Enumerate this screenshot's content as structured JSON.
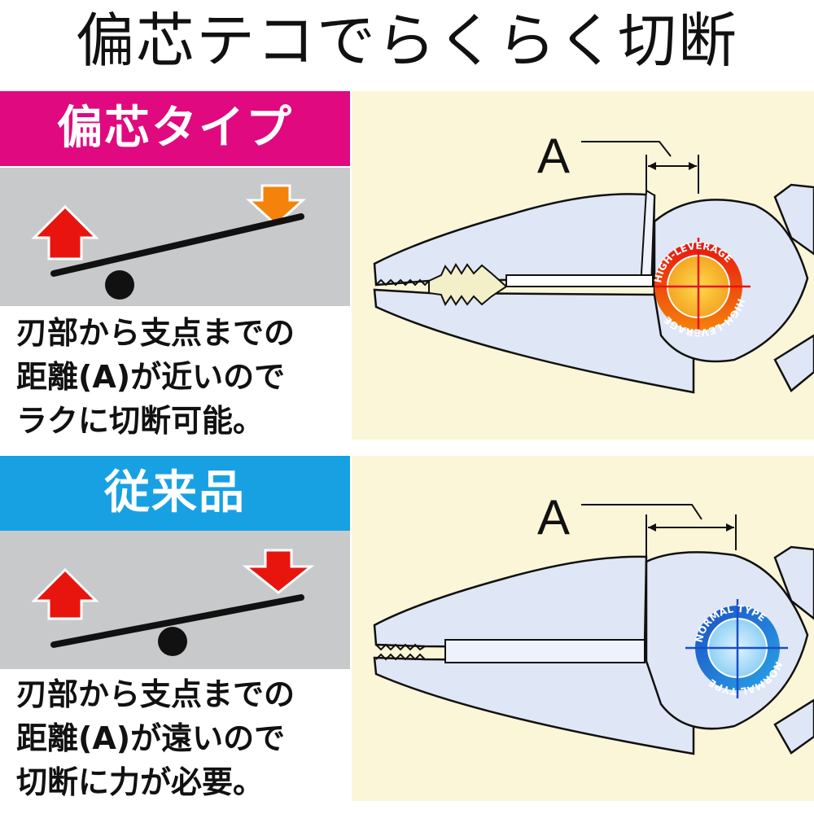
{
  "title": "偏芯テコでらくらく切断",
  "sections": [
    {
      "header_label": "偏芯タイプ",
      "header_color": "#e0097f",
      "up_arrow_color": "#e8150f",
      "down_arrow_color": "#f5820a",
      "description_lines": [
        "刃部から支点までの",
        "距離(A)が近いので",
        "ラクに切断可能。"
      ],
      "dimension_label": "A",
      "badge_text": "HIGH-LEVERAGE",
      "badge_colors": [
        "#e8150f",
        "#f5820a"
      ]
    },
    {
      "header_label": "従来品",
      "header_color": "#17a1e3",
      "up_arrow_color": "#e8150f",
      "down_arrow_color": "#e8150f",
      "description_lines": [
        "刃部から支点までの",
        "距離(A)が遠いので",
        "切断に力が必要。"
      ],
      "dimension_label": "A",
      "badge_text": "NORMAL TYPE",
      "badge_colors": [
        "#1a4fc4",
        "#2aa5e8"
      ]
    }
  ]
}
